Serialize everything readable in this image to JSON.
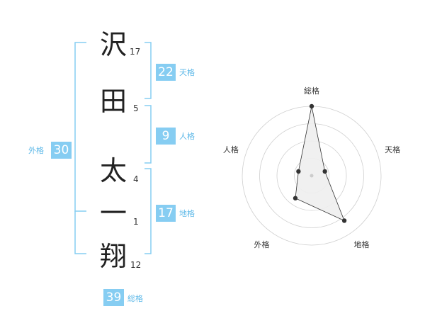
{
  "name_chars": [
    {
      "char": "沢",
      "strokes": "17"
    },
    {
      "char": "田",
      "strokes": "5"
    },
    {
      "char": "太",
      "strokes": "4"
    },
    {
      "char": "一",
      "strokes": "1"
    },
    {
      "char": "翔",
      "strokes": "12"
    }
  ],
  "kaku": {
    "tenkaku": {
      "value": "22",
      "label": "天格"
    },
    "jinkaku": {
      "value": "9",
      "label": "人格"
    },
    "chikaku": {
      "value": "17",
      "label": "地格"
    },
    "gaikaku": {
      "value": "30",
      "label": "外格"
    },
    "soukaku": {
      "value": "39",
      "label": "総格"
    }
  },
  "colors": {
    "accent": "#86cdf2",
    "bracket": "#86cdf2",
    "caption": "#5fb9e8",
    "radar_fill": "#eeeeee",
    "radar_line": "#333333"
  },
  "chart_data": {
    "type": "radar",
    "axes": [
      "総格",
      "天格",
      "地格",
      "外格",
      "人格"
    ],
    "values": [
      5,
      1,
      4,
      2,
      1
    ],
    "rmax": 5,
    "rings": 4
  }
}
